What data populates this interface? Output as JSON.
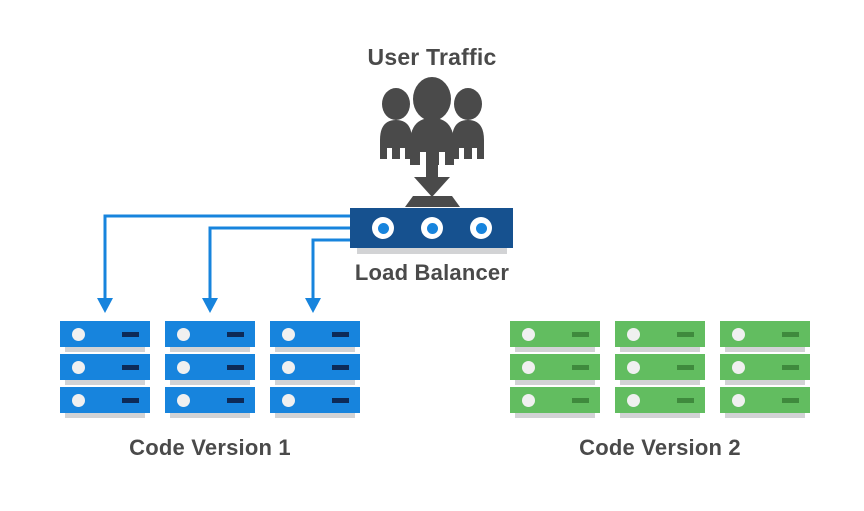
{
  "diagram": {
    "title_top": "User Traffic",
    "load_balancer_label": "Load Balancer",
    "group_left_label": "Code Version 1",
    "group_right_label": "Code Version 2"
  },
  "colors": {
    "background": "#ffffff",
    "text": "#4a4a4a",
    "people_icon": "#4a4a4a",
    "traffic_arrow": "#4a4a4a",
    "load_balancer_body": "#16518f",
    "load_balancer_top": "#4a4a4a",
    "load_balancer_port_ring": "#ffffff",
    "load_balancer_port_core": "#1784dd",
    "connector_line": "#1784dd",
    "server_blue": "#1784dd",
    "server_blue_dash": "#0d2a57",
    "server_green": "#62bd60",
    "server_green_dash": "#3f8a3d",
    "server_base": "#d2d3d5",
    "server_led": "#f0f0f0"
  },
  "icons": {
    "people": "people-group-icon",
    "traffic_arrow": "arrow-down-icon",
    "connector_arrow": "arrow-down-icon",
    "server_led": "status-led-icon",
    "server_dash": "server-slot-icon",
    "lb_port": "network-port-icon"
  },
  "groups": [
    {
      "id": "code-version-1",
      "label": "Code Version 1",
      "color_theme": "blue",
      "receives_traffic": true,
      "stack_count": 3,
      "units_per_stack": 3,
      "total_servers": 9
    },
    {
      "id": "code-version-2",
      "label": "Code Version 2",
      "color_theme": "green",
      "receives_traffic": false,
      "stack_count": 3,
      "units_per_stack": 3,
      "total_servers": 9
    }
  ],
  "connectors": [
    {
      "id": "lb-to-stack-1",
      "from": "load-balancer",
      "to": "code-version-1-stack-1"
    },
    {
      "id": "lb-to-stack-2",
      "from": "load-balancer",
      "to": "code-version-1-stack-2"
    },
    {
      "id": "lb-to-stack-3",
      "from": "load-balancer",
      "to": "code-version-1-stack-3"
    }
  ]
}
